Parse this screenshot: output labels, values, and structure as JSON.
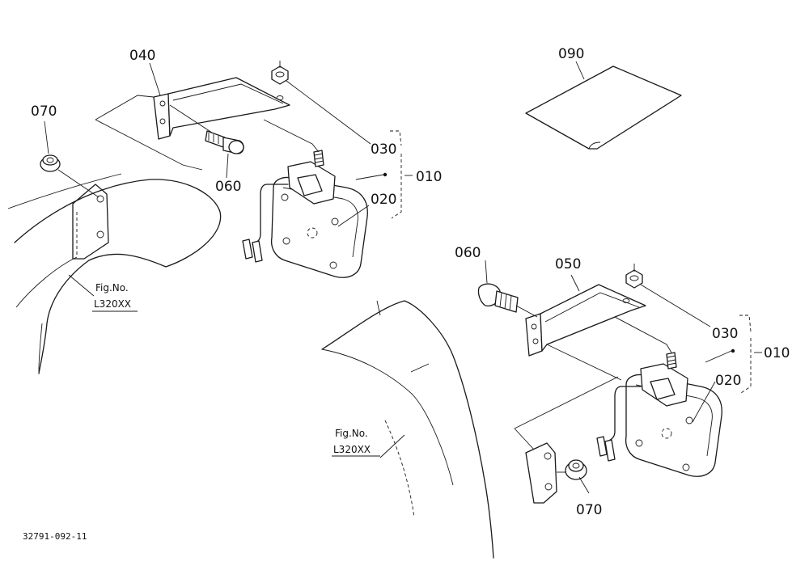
{
  "parts": [
    {
      "id": "p040",
      "label": "040"
    },
    {
      "id": "p070a",
      "label": "070"
    },
    {
      "id": "p060a",
      "label": "060"
    },
    {
      "id": "p030a",
      "label": "030"
    },
    {
      "id": "p020a",
      "label": "020"
    },
    {
      "id": "p010a",
      "label": "010"
    },
    {
      "id": "p090",
      "label": "090"
    },
    {
      "id": "p060b",
      "label": "060"
    },
    {
      "id": "p050",
      "label": "050"
    },
    {
      "id": "p030b",
      "label": "030"
    },
    {
      "id": "p010b",
      "label": "010"
    },
    {
      "id": "p020b",
      "label": "020"
    },
    {
      "id": "p070b",
      "label": "070"
    }
  ],
  "figure_refs": [
    {
      "line1": "Fig.No.",
      "line2": "L320XX"
    },
    {
      "line1": "Fig.No.",
      "line2": "L320XX"
    }
  ],
  "drawing_code": "32791-092-11"
}
